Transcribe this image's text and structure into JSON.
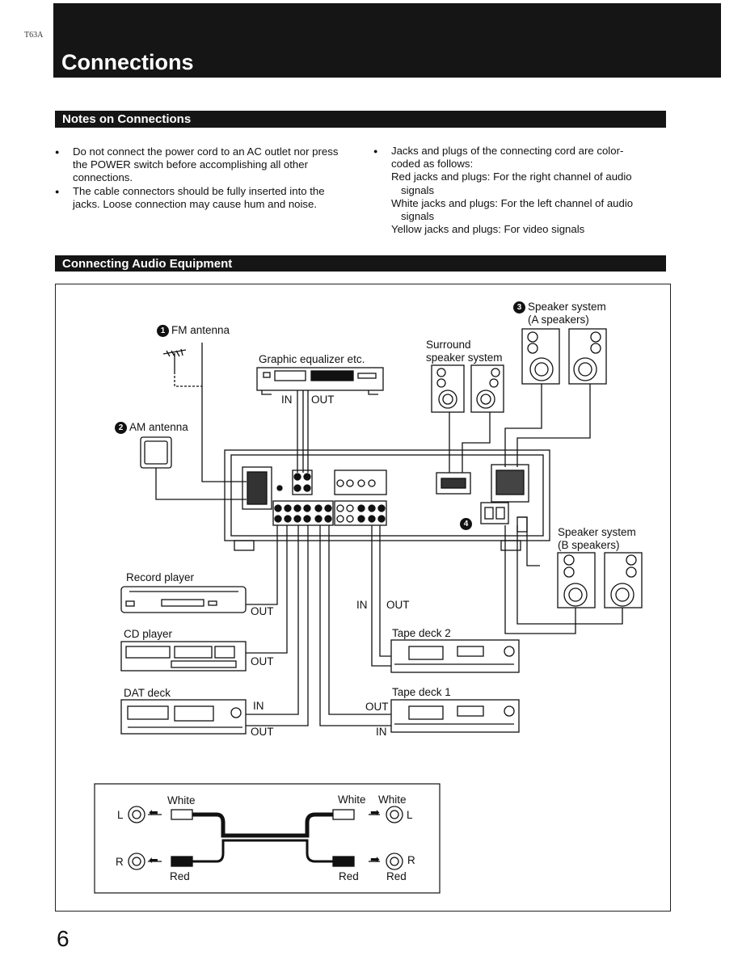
{
  "header": {
    "corner_code": "T63A",
    "title": "Connections"
  },
  "notes": {
    "heading": "Notes on Connections",
    "left_items": [
      "Do not connect the power cord to an AC outlet nor press the POWER switch before accomplishing all other connections.",
      "The cable connectors should be fully inserted into the jacks. Loose connection may cause hum and noise."
    ],
    "right_intro": "Jacks and plugs of the connecting cord are color-coded as follows:",
    "right_sub": [
      "Red jacks and plugs: For the right channel of audio signals",
      "White jacks and plugs: For the left channel of audio signals",
      "Yellow jacks and plugs: For video signals"
    ]
  },
  "audio": {
    "heading": "Connecting Audio Equipment",
    "fm_num": "1",
    "fm_label": "FM antenna",
    "am_num": "2",
    "am_label": "AM antenna",
    "speaker_a_num": "3",
    "speaker_a_1": "Speaker system",
    "speaker_a_2": "(A speakers)",
    "surround_1": "Surround",
    "surround_2": "speaker system",
    "equalizer": "Graphic equalizer etc.",
    "eq_in": "IN",
    "eq_out": "OUT",
    "num4": "4",
    "speaker_b_1": "Speaker system",
    "speaker_b_2": "(B speakers)",
    "record_player": "Record player",
    "record_out": "OUT",
    "cd_player": "CD player",
    "cd_out": "OUT",
    "dat_deck": "DAT deck",
    "dat_in": "IN",
    "dat_out": "OUT",
    "tape2": "Tape deck 2",
    "tape2_in": "IN",
    "tape2_out": "OUT",
    "tape1": "Tape deck 1",
    "tape1_out": "OUT",
    "tape1_in": "IN"
  },
  "cable": {
    "white_left": "White",
    "white_mid": "White",
    "white_right": "White",
    "red_left": "Red",
    "red_mid": "Red",
    "red_right": "Red",
    "l_left": "L",
    "l_right": "L",
    "r_left": "R",
    "r_right": "R"
  },
  "page_number": "6"
}
